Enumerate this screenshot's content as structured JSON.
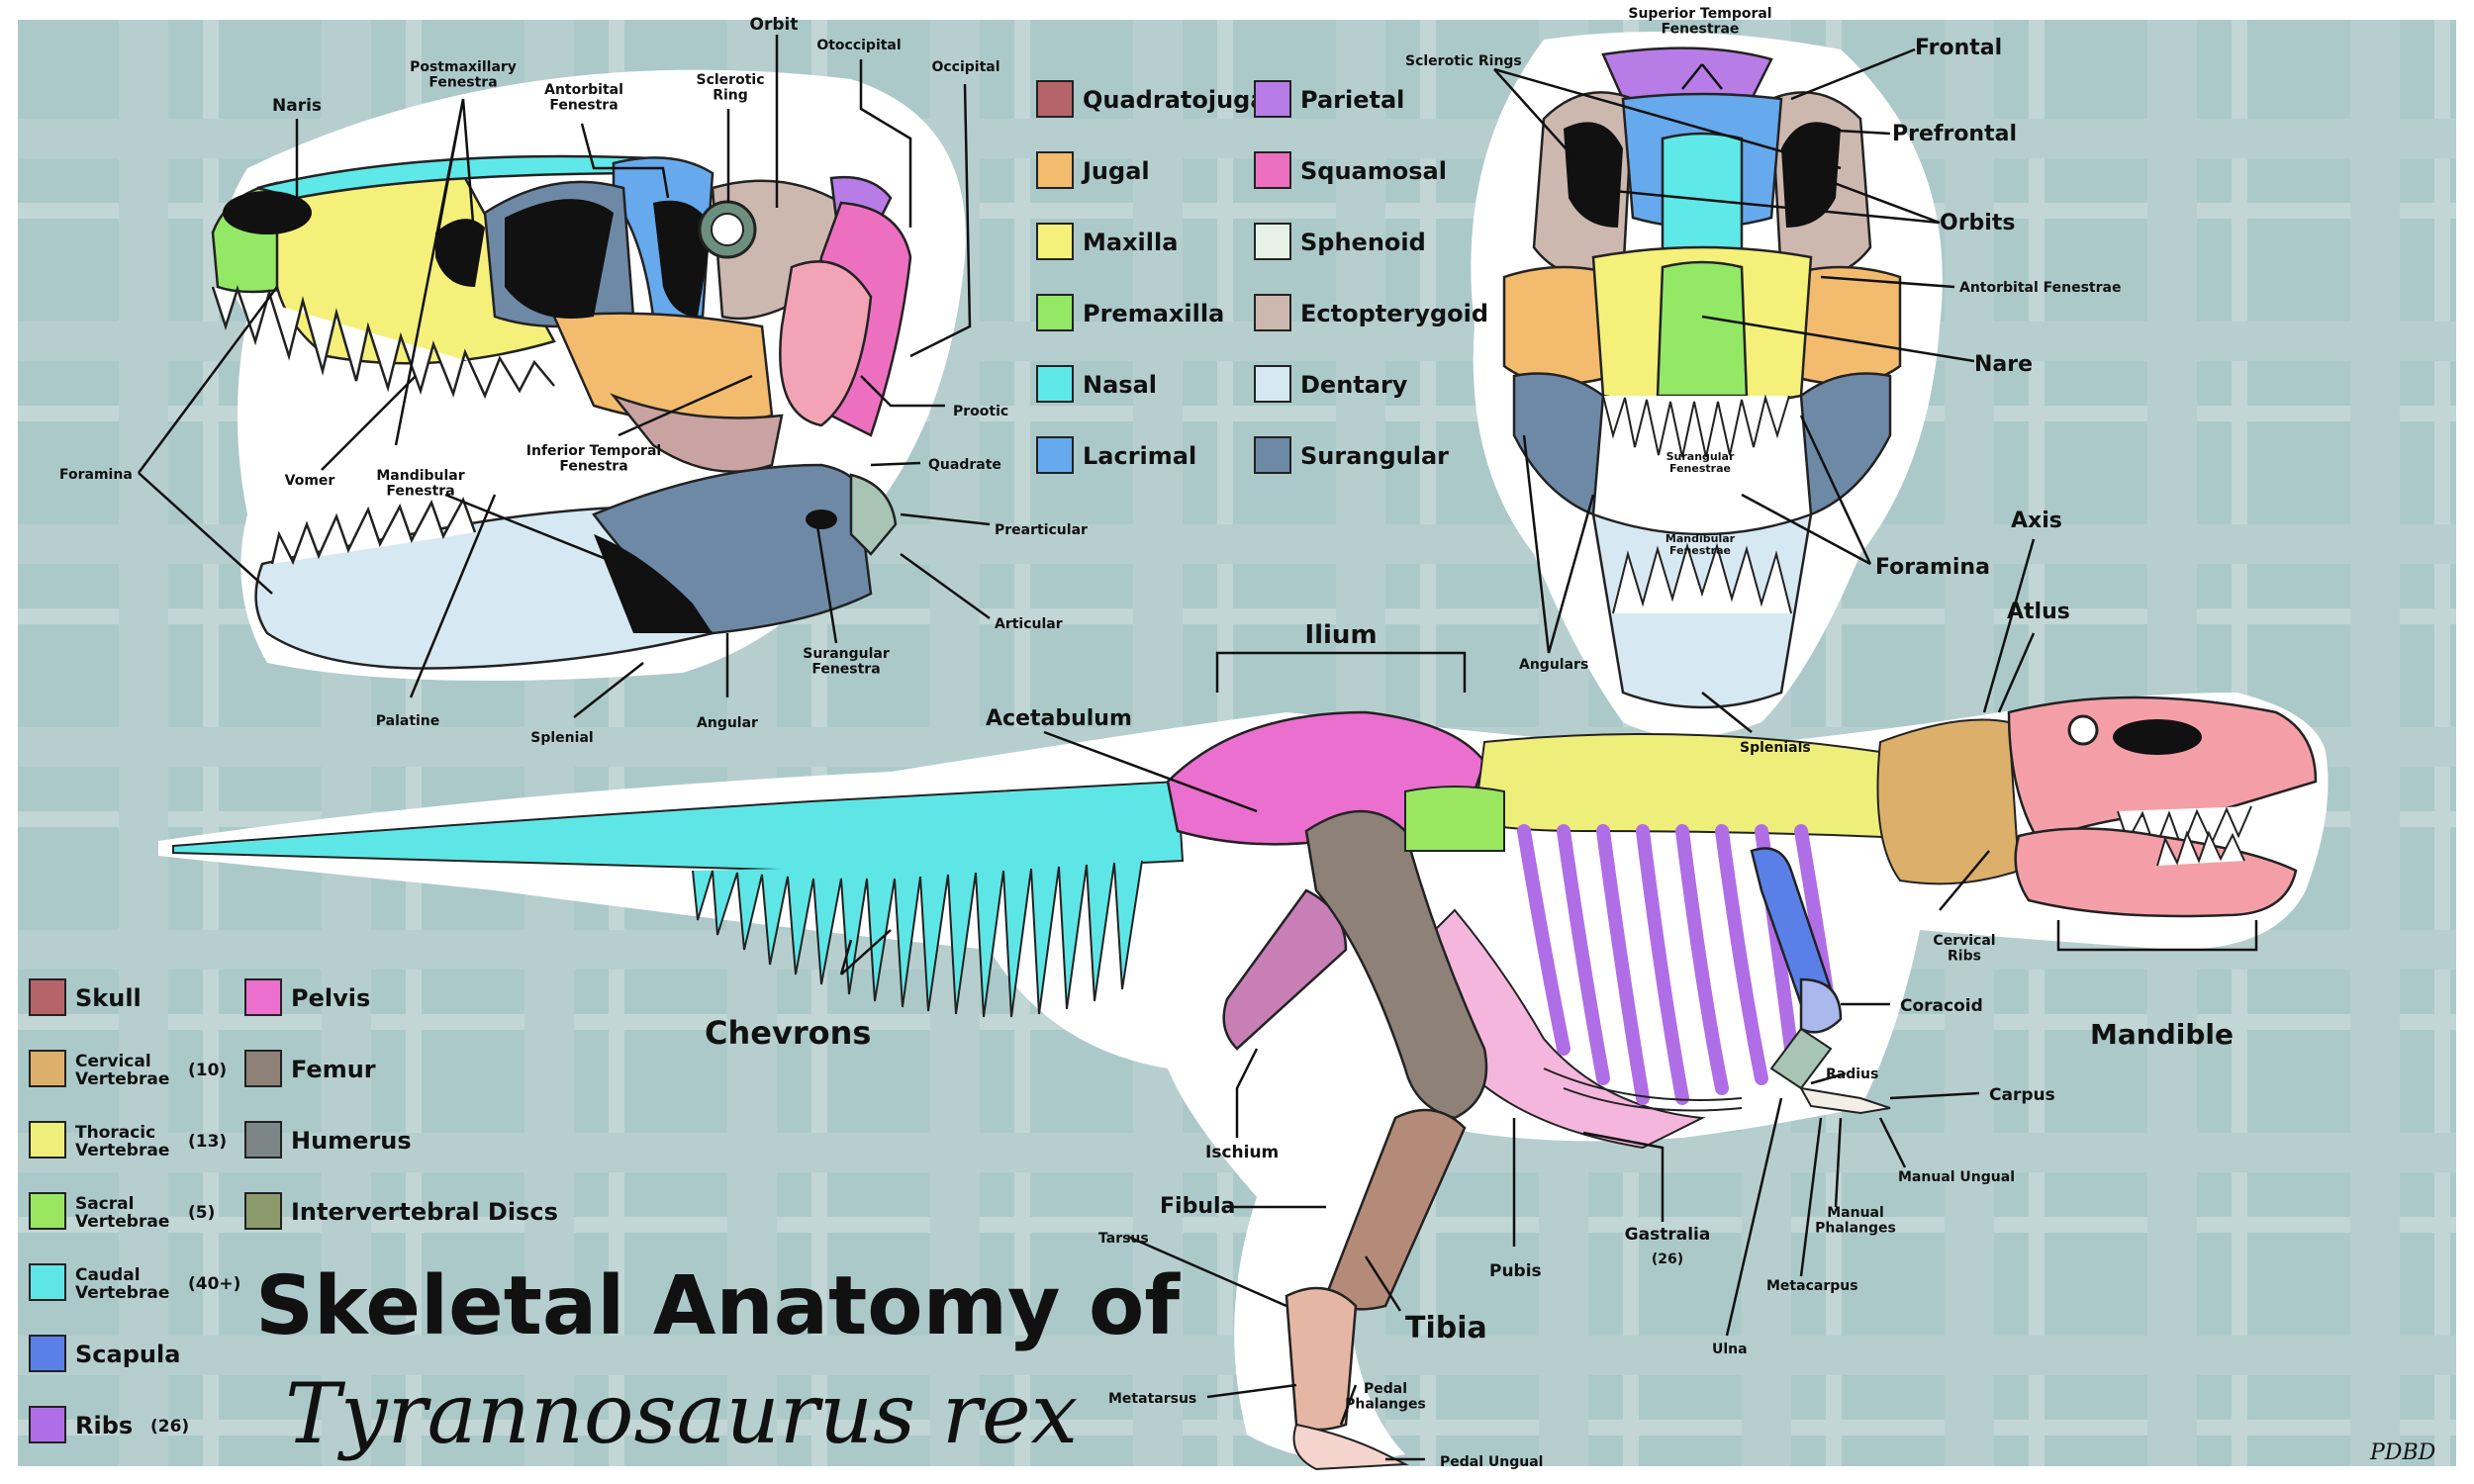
{
  "title_line1": "Skeletal Anatomy of",
  "title_line2": "Tyrannosaurus rex",
  "signature": "PDBD",
  "colors": {
    "background": "#acc9c9",
    "grid_light": "#c5d9d8",
    "silhouette": "#ffffff",
    "outline": "#222222",
    "tooth": "#ffffff",
    "fenestra": "#111111",
    "bone_neutral": "#f3eee6"
  },
  "skull_key": [
    {
      "label": "Quadratojugal",
      "color": "#b5646a"
    },
    {
      "label": "Jugal",
      "color": "#f3bb6d"
    },
    {
      "label": "Maxilla",
      "color": "#f4f07a"
    },
    {
      "label": "Premaxilla",
      "color": "#93e866"
    },
    {
      "label": "Nasal",
      "color": "#5ee8e8"
    },
    {
      "label": "Lacrimal",
      "color": "#66a9ec"
    },
    {
      "label": "Parietal",
      "color": "#b77ce6"
    },
    {
      "label": "Squamosal",
      "color": "#ed6fc0"
    },
    {
      "label": "Sphenoid",
      "color": "#e6f2e6"
    },
    {
      "label": "Ectopterygoid",
      "color": "#cdb8b0"
    },
    {
      "label": "Dentary",
      "color": "#d6e8f2"
    },
    {
      "label": "Surangular",
      "color": "#6d89a6"
    }
  ],
  "body_key": [
    {
      "label": "Skull",
      "count": "",
      "color": "#b5646a"
    },
    {
      "label": "Cervical Vertebrae",
      "count": "(10)",
      "color": "#dcb06a"
    },
    {
      "label": "Thoracic Vertebrae",
      "count": "(13)",
      "color": "#eeee7a"
    },
    {
      "label": "Sacral Vertebrae",
      "count": "(5)",
      "color": "#9ae660"
    },
    {
      "label": "Caudal Vertebrae",
      "count": "(40+)",
      "color": "#5ee6e6"
    },
    {
      "label": "Scapula",
      "count": "",
      "color": "#5a80e8"
    },
    {
      "label": "Ribs",
      "count": "(26)",
      "color": "#b06ee6"
    },
    {
      "label": "Pelvis",
      "count": "",
      "color": "#ea6fce"
    },
    {
      "label": "Femur",
      "count": "",
      "color": "#8d8178"
    },
    {
      "label": "Humerus",
      "count": "",
      "color": "#7c8686"
    },
    {
      "label": "Intervertebral Discs",
      "count": "",
      "color": "#8c9a6c"
    }
  ],
  "side_skull_labels": {
    "naris": "Naris",
    "postmaxillary_fenestra": "Postmaxillary Fenestra",
    "antorbital_fenestra": "Antorbital Fenestra",
    "sclerotic_ring": "Sclerotic Ring",
    "orbit": "Orbit",
    "otoccipital": "Otoccipital",
    "occipital": "Occipital",
    "prootic": "Prootic",
    "quadrate": "Quadrate",
    "prearticular": "Prearticular",
    "articular": "Articular",
    "surangular_fenestra": "Surangular Fenestra",
    "angular": "Angular",
    "splenial": "Splenial",
    "palatine": "Palatine",
    "mandibular_fenestra": "Mandibular Fenestra",
    "vomer": "Vomer",
    "foramina": "Foramina",
    "inferior_temporal_fenestra": "Inferior Temporal Fenestra"
  },
  "front_skull_labels": {
    "superior_temporal_fenestrae": "Superior Temporal Fenestrae",
    "frontal": "Frontal",
    "sclerotic_rings": "Sclerotic Rings",
    "prefrontal": "Prefrontal",
    "orbits": "Orbits",
    "antorbital_fenestrae": "Antorbital Fenestrae",
    "nare": "Nare",
    "surangular_fenestrae": "Surangular Fenestrae",
    "mandibular_fenestrae": "Mandibular Fenestrae",
    "foramina": "Foramina",
    "angulars": "Angulars",
    "splenials": "Splenials"
  },
  "body_labels": {
    "ilium": "Ilium",
    "acetabulum": "Acetabulum",
    "axis": "Axis",
    "atlus": "Atlus",
    "chevrons": "Chevrons",
    "cervical_ribs": "Cervical Ribs",
    "mandible": "Mandible",
    "coracoid": "Coracoid",
    "radius": "Radius",
    "carpus": "Carpus",
    "manual_ungual": "Manual Ungual",
    "manual_phalanges": "Manual Phalanges",
    "metacarpus": "Metacarpus",
    "ulna": "Ulna",
    "gastralia": "Gastralia",
    "gastralia_count": "(26)",
    "pubis": "Pubis",
    "ischium": "Ischium",
    "fibula": "Fibula",
    "tarsus": "Tarsus",
    "tibia": "Tibia",
    "metatarsus": "Metatarsus",
    "pedal_phalanges": "Pedal Phalanges",
    "pedal_ungual": "Pedal Ungual"
  }
}
